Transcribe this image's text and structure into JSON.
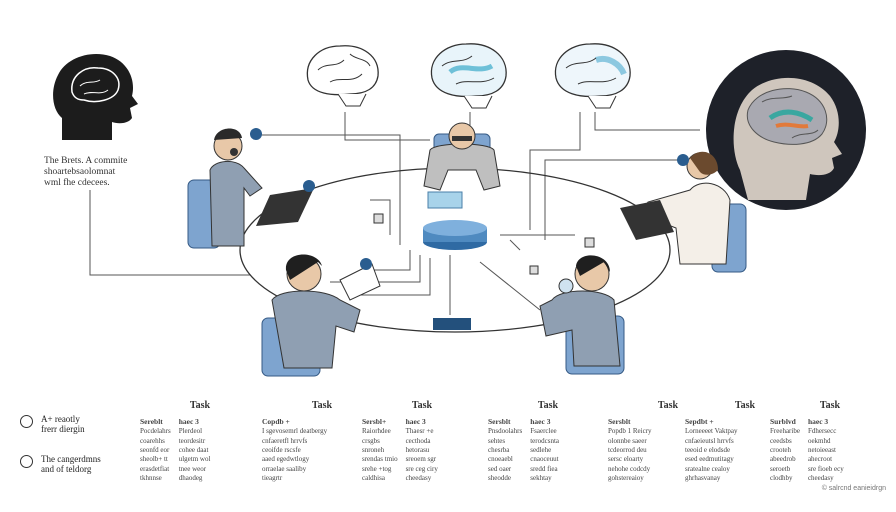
{
  "caption": "The Brets. A commite\nshoartebsaolomnat\nwml fhe cdecees.",
  "legend": [
    {
      "text": "A+ reaotly\nfrerr diergin"
    },
    {
      "text": "The cangerdmns\nand of teldorg"
    }
  ],
  "tasks": [
    {
      "title": "Task",
      "h1": "Sereblt",
      "h2": "haec 3",
      "a": [
        "Pocdelahrs",
        "coarehhs",
        "seonfd eor",
        "sheolb+ tt",
        "erasdetfiat",
        "tkhnnse"
      ],
      "b": [
        "Plerdeol",
        "teordesitr",
        "cohee daat",
        "ulgetm wol",
        "tnee weor",
        "dhaodeg"
      ]
    },
    {
      "title": "Task",
      "h1": "Copdb +",
      "h2": "",
      "a": [
        "I sgevosemrl deatbergy",
        "cnfaeretfl hrrvfs",
        "ceoifde rscsfe",
        "aaed egedwtlogy",
        "orraelae saaliby",
        "tieagrtr"
      ],
      "b": []
    },
    {
      "title": "Task",
      "h1": "Sersbl+",
      "h2": "haec 3",
      "a": [
        "Raiorhdee",
        "crsgbs",
        "snroneh",
        "srendas tmio",
        "srehe +tog",
        "caldhisa"
      ],
      "b": [
        "Thaesr +e",
        "cecthoda",
        "hetorasu",
        "sreoem sgr",
        "sre ceg ciry",
        "cheedasy"
      ]
    },
    {
      "title": "Task",
      "h1": "Sersblt",
      "h2": "haec 3",
      "a": [
        "Pnsdoolahrs",
        "sehtes",
        "chesrba",
        "cnoeaebl",
        "sed oaer",
        "sheodde"
      ],
      "b": [
        "Fsaerclee",
        "terodcsnta",
        "sedlehe",
        "cnaoceuut",
        "sredd fiea",
        "sekhtay"
      ]
    },
    {
      "title": "Task",
      "h1": "Sersblt",
      "h2": "",
      "a": [
        "Popdb 1 Reicry",
        "olonnbe saeer",
        "tcdeorrod deu",
        "sersc eloarty",
        "nehohe codcdy",
        "gohstereaioy"
      ],
      "b": []
    },
    {
      "title": "Task",
      "h1": "Sepdbt +",
      "h2": "",
      "a": [
        "Lorneeeet Vaktpay",
        "cnfaeieutsl hrrvfs",
        "teeoid e elodsde",
        "esed eedmutitagy",
        "sratealne cealoy",
        "ghrhasvanay"
      ],
      "b": []
    },
    {
      "title": "Task",
      "h1": "Surblvd",
      "h2": "haec 3",
      "a": [
        "Freeharibe",
        "ceedsbs",
        "crooteh",
        "abeedrob",
        "seroetb",
        "clodhby"
      ],
      "b": [
        "Fdhersecc",
        "oekmhd",
        "netoieeast",
        "ahecroot",
        "sre fioeb ecy",
        "cheedasy"
      ]
    }
  ],
  "footer": "© salrcnd eanieidrgn"
}
